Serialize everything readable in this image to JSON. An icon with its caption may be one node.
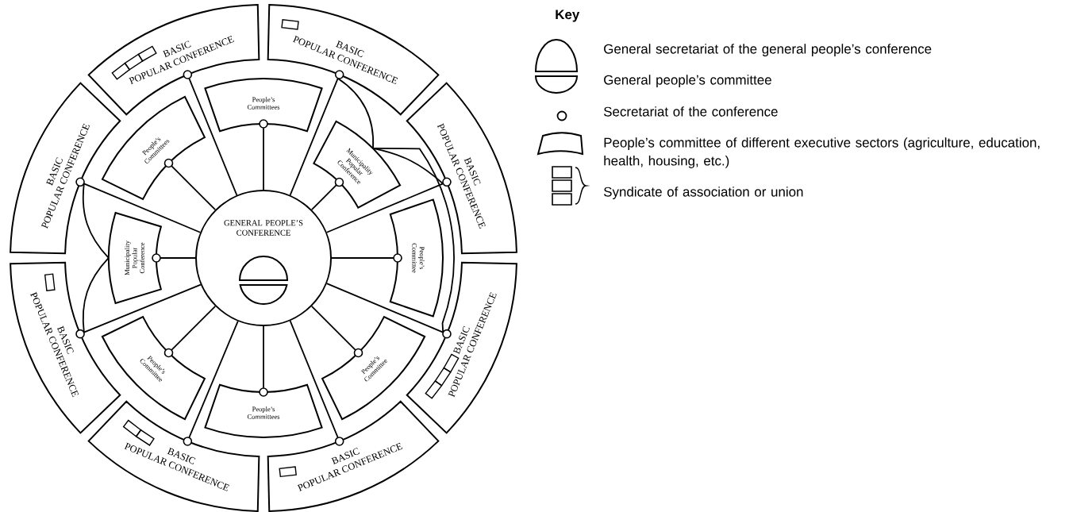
{
  "diagram": {
    "nodes": [
      {
        "text": [
          "GENERAL PEOPLE’S CONFERENCE"
        ]
      },
      {
        "text": [],
        "shape": "semicircle",
        "in": 0
      },
      {
        "text": [],
        "shape": "semicircle",
        "in": 0
      },
      {
        "text": [
          "BASIC POPULAR CONFERENCE"
        ]
      },
      {
        "text": [
          "BASIC POPULAR CONFERENCE"
        ]
      },
      {
        "text": [
          "BASIC POPULAR CONFERENCE"
        ]
      },
      {
        "text": [
          "BASIC POPULAR CONFERENCE"
        ]
      },
      {
        "text": [
          "BASIC POPULAR CONFERENCE"
        ]
      },
      {
        "text": [
          "BASIC POPULAR CONFERENCE"
        ]
      },
      {
        "text": [
          "BASIC POPULAR CONFERENCE"
        ]
      },
      {
        "text": [
          "BASIC POPULAR CONFERENCE"
        ]
      },
      {
        "text": [
          "People’s Committees"
        ]
      },
      {
        "text": [
          "Municipality Popular Conference"
        ]
      },
      {
        "text": [
          "People’s Committee"
        ]
      },
      {
        "text": [
          "People’s Committee"
        ]
      },
      {
        "text": [
          "People’s Committees"
        ]
      },
      {
        "text": [
          "People’s Committee"
        ]
      },
      {
        "text": [
          "Municipality Popular Conference"
        ]
      },
      {
        "text": [
          "People’s Committees"
        ]
      }
    ],
    "edges": [
      {
        "from": 0,
        "to": 3,
        "arrow": "none"
      },
      {
        "from": 0,
        "to": 4,
        "arrow": "none"
      },
      {
        "from": 0,
        "to": 5,
        "arrow": "none"
      },
      {
        "from": 0,
        "to": 6,
        "arrow": "none"
      },
      {
        "from": 0,
        "to": 7,
        "arrow": "none"
      },
      {
        "from": 0,
        "to": 8,
        "arrow": "none"
      },
      {
        "from": 0,
        "to": 9,
        "arrow": "none"
      },
      {
        "from": 0,
        "to": 10,
        "arrow": "none"
      },
      {
        "from": 0,
        "to": 11,
        "arrow": "none"
      },
      {
        "from": 0,
        "to": 12,
        "arrow": "none"
      },
      {
        "from": 0,
        "to": 13,
        "arrow": "none"
      },
      {
        "from": 0,
        "to": 14,
        "arrow": "none"
      },
      {
        "from": 0,
        "to": 15,
        "arrow": "none"
      },
      {
        "from": 0,
        "to": 16,
        "arrow": "none"
      },
      {
        "from": 0,
        "to": 17,
        "arrow": "none"
      },
      {
        "from": 0,
        "to": 18,
        "arrow": "none"
      },
      {
        "from": 12,
        "to": 4,
        "arrow": "none"
      },
      {
        "from": 12,
        "to": 5,
        "arrow": "none"
      },
      {
        "from": 12,
        "to": 6,
        "arrow": "none"
      },
      {
        "from": 17,
        "to": 10,
        "arrow": "none"
      },
      {
        "from": 17,
        "to": 9,
        "arrow": "none"
      }
    ],
    "labels": [
      "Key"
    ],
    "legend": [
      {
        "text": "General secretariat of the general people’s conference"
      },
      {
        "text": "General people’s committee"
      },
      {
        "text": "Secretariat of the conference"
      },
      {
        "text": "People’s committee of different executive sectors (agriculture, education, health, housing, etc.)"
      },
      {
        "text": "Syndicate of association or union"
      }
    ]
  }
}
